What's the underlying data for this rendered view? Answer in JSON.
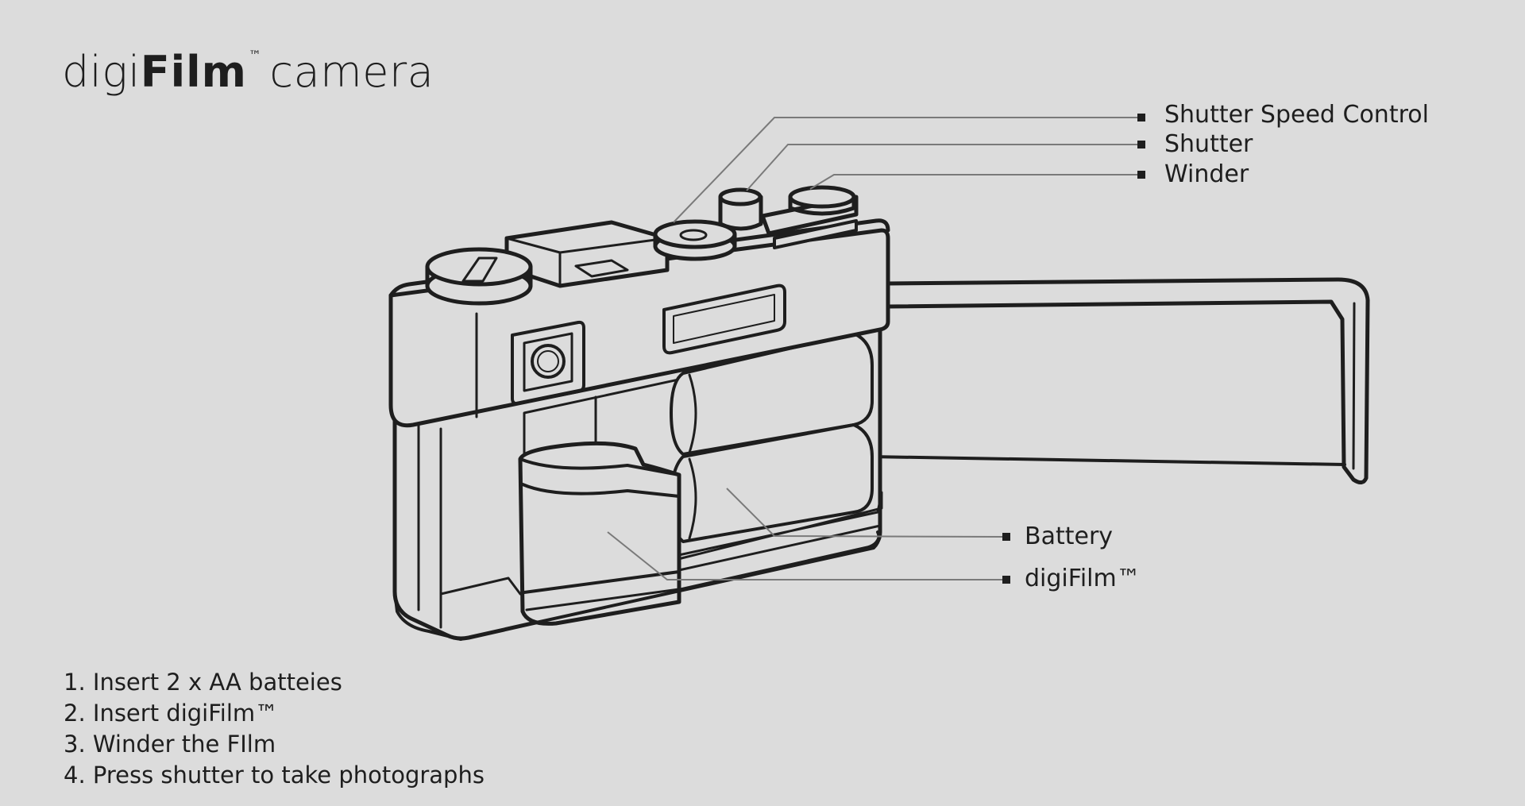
{
  "title": {
    "part1": "digi",
    "part2": "Film",
    "trademark": "™",
    "part3": "camera"
  },
  "labels": {
    "shutter_speed_control": "Shutter Speed Control",
    "shutter": "Shutter",
    "winder": "Winder",
    "battery": "Battery",
    "digifilm": "digiFilm™"
  },
  "steps": [
    "1. Insert 2 x AA batteies",
    "2. Insert digiFilm™",
    "3. Winder the FIlm",
    "4. Press shutter to take photographs"
  ],
  "colors": {
    "background": "#dcdcdc",
    "line": "#1e1e1e",
    "leader": "#7a7a7a"
  }
}
